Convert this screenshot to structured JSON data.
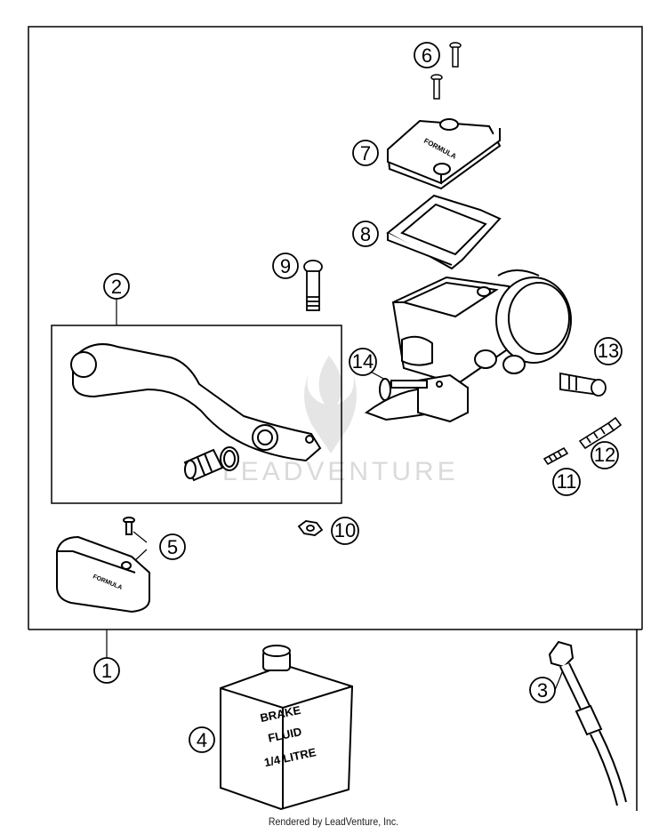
{
  "callouts": [
    {
      "id": "1",
      "label": "1"
    },
    {
      "id": "2",
      "label": "2"
    },
    {
      "id": "3",
      "label": "3"
    },
    {
      "id": "4",
      "label": "4"
    },
    {
      "id": "5",
      "label": "5"
    },
    {
      "id": "6",
      "label": "6"
    },
    {
      "id": "7",
      "label": "7"
    },
    {
      "id": "8",
      "label": "8"
    },
    {
      "id": "9",
      "label": "9"
    },
    {
      "id": "10",
      "label": "10"
    },
    {
      "id": "11",
      "label": "11"
    },
    {
      "id": "12",
      "label": "12"
    },
    {
      "id": "13",
      "label": "13"
    },
    {
      "id": "14",
      "label": "14"
    }
  ],
  "fluid_label": {
    "line1": "BRAKE",
    "line2": "FLUID",
    "line3": "1/4 LITRE"
  },
  "watermark": "LEADVENTURE",
  "footer": "Rendered by LeadVenture, Inc."
}
